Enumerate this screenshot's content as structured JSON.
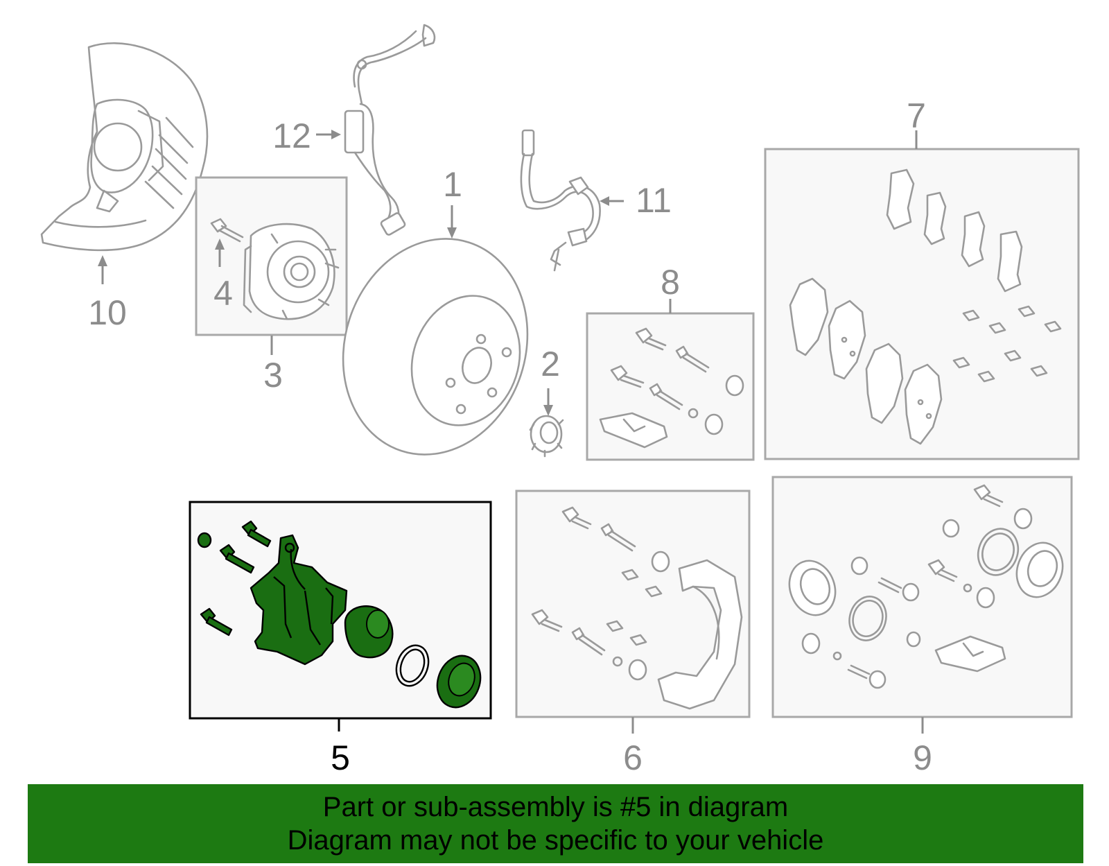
{
  "callouts": {
    "c1": "1",
    "c2": "2",
    "c3": "3",
    "c4": "4",
    "c5": "5",
    "c6": "6",
    "c7": "7",
    "c8": "8",
    "c9": "9",
    "c10": "10",
    "c11": "11",
    "c12": "12"
  },
  "highlighted_part": "5",
  "colors": {
    "highlight": "#1d7a12",
    "part_fill": "#1a6e12",
    "line_gray": "#9a9a9a"
  },
  "banner": {
    "line1": "Part or sub-assembly is #5 in diagram",
    "line2": "Diagram may not be specific to your vehicle"
  }
}
